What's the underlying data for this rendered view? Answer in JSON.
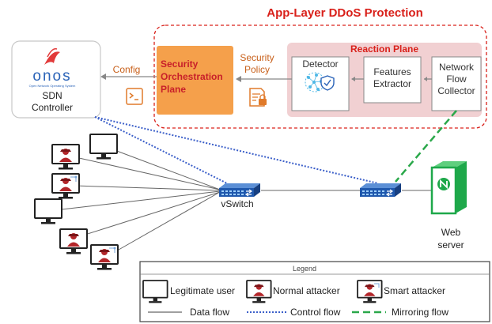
{
  "title": "App-Layer DDoS Protection",
  "onos": {
    "logo_text": "onos",
    "tagline": "Open Network Operating System",
    "label_line1": "SDN",
    "label_line2": "Controller"
  },
  "config_label": "Config",
  "security_orchestration": {
    "line1": "Security",
    "line2": "Orchestration",
    "line3": "Plane"
  },
  "security_policy": {
    "line1": "Security",
    "line2": "Policy"
  },
  "reaction_plane": "Reaction Plane",
  "detector": "Detector",
  "features_extractor": {
    "line1": "Features",
    "line2": "Extractor"
  },
  "network_flow_collector": {
    "line1": "Network",
    "line2": "Flow",
    "line3": "Collector"
  },
  "vswitch": "vSwitch",
  "web_server": {
    "line1": "Web",
    "line2": "server"
  },
  "legend": {
    "title": "Legend",
    "legitimate_user": "Legitimate user",
    "normal_attacker": "Normal attacker",
    "smart_attacker": "Smart attacker",
    "data_flow": "Data flow",
    "control_flow": "Control flow",
    "mirroring_flow": "Mirroring flow"
  },
  "colors": {
    "title_red": "#d9201a",
    "orange_plane": "#f5a04b",
    "orange_text": "#c8601a",
    "reaction_pink": "#f1d0d2",
    "control_blue": "#3b5fc9",
    "mirror_green": "#2aa84a",
    "server_green": "#1ea84a",
    "switch_blue": "#2a63b8"
  },
  "icons": [
    "monitor-icon",
    "attacker-icon",
    "smart-attacker-icon",
    "terminal-icon",
    "policy-lock-icon",
    "brain-shield-icon",
    "switch-icon",
    "web-server-icon",
    "onos-bird-icon"
  ]
}
